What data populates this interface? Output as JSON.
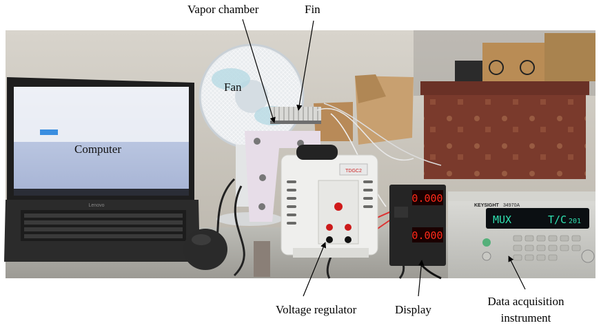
{
  "figure": {
    "labels": {
      "vapor_chamber": "Vapor chamber",
      "fin": "Fin",
      "fan": "Fan",
      "computer": "Computer",
      "voltage_regulator": "Voltage regulator",
      "display": "Display",
      "daq_line1": "Data acquisition",
      "daq_line2": "instrument"
    },
    "device_text": {
      "display_top_reading": "0.000",
      "display_bottom_reading": "0.000",
      "daq_brand": "KEYSIGHT",
      "daq_model": "34970A",
      "daq_screen_left": "MUX",
      "daq_screen_right": "T/C",
      "daq_screen_channel": "201",
      "laptop_brand": "Lenovo"
    },
    "colors": {
      "background_wall": "#c9c4bb",
      "screen": "#b7c3df",
      "led_red": "#ff2a1a",
      "daq_led": "#2fe0b0"
    }
  }
}
